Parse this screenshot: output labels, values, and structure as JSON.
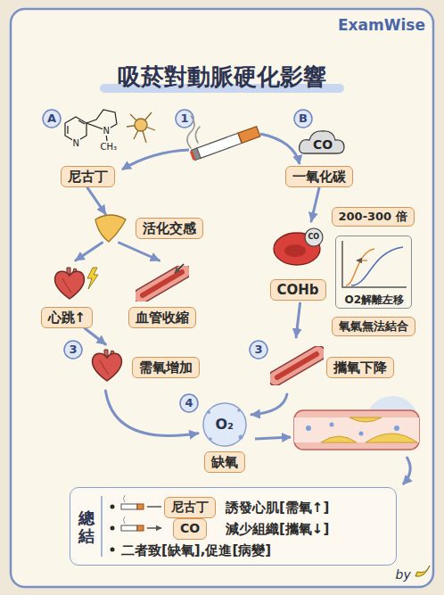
{
  "diagram": {
    "title": "吸菸對動脈硬化影響",
    "nodes": [
      {
        "text": [
          "尼古丁"
        ]
      },
      {
        "text": [
          "一氧化碳"
        ]
      },
      {
        "text": [
          "活化交感"
        ]
      },
      {
        "text": [
          "心跳↑"
        ]
      },
      {
        "text": [
          "血管收縮"
        ]
      },
      {
        "text": [
          "需氧增加"
        ]
      },
      {
        "text": [
          "COHb"
        ]
      },
      {
        "text": [
          "200-300 倍"
        ]
      },
      {
        "text": [
          "O2解離左移"
        ]
      },
      {
        "text": [
          "氧氣無法結合"
        ]
      },
      {
        "text": [
          "攜氧下降"
        ]
      },
      {
        "text": [
          "缺氧"
        ]
      },
      {
        "text": [
          "總結",
          "誘發心肌[需氧↑]",
          "減少組織[攜氧↓]",
          "二者致[缺氧],促進[病變]"
        ]
      },
      {
        "text": [
          "尼古丁"
        ],
        "in": 12
      },
      {
        "text": [
          "CO"
        ],
        "in": 12
      }
    ],
    "edges": [
      {
        "from": 0,
        "to": 2,
        "arrow": "to"
      },
      {
        "from": 2,
        "to": 3,
        "arrow": "to"
      },
      {
        "from": 2,
        "to": 4,
        "arrow": "to"
      },
      {
        "from": 3,
        "to": 5,
        "arrow": "to"
      },
      {
        "from": 5,
        "to": 11,
        "arrow": "to"
      },
      {
        "from": 1,
        "to": 6,
        "arrow": "to"
      },
      {
        "from": 6,
        "to": 10,
        "arrow": "to"
      },
      {
        "from": 10,
        "to": 11,
        "arrow": "to"
      }
    ],
    "labels": [
      "ExamWise",
      "A",
      "1",
      "B",
      "N",
      "N",
      "CH₃",
      "CO",
      "CO",
      "3",
      "3",
      "4",
      "O₂",
      "by"
    ]
  }
}
